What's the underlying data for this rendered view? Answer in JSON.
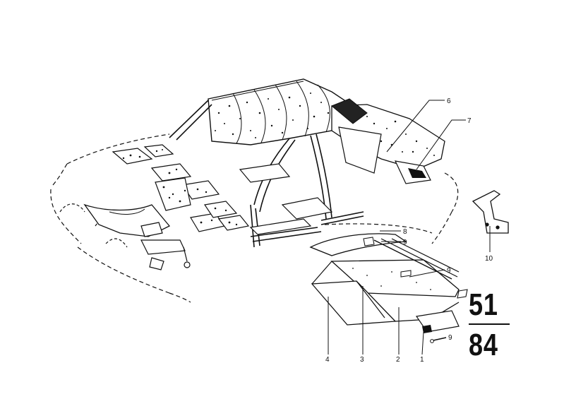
{
  "figure": {
    "group_number_top": "51",
    "group_number_bottom": "84",
    "ink_color": "#111111",
    "paper_color": "#ffffff"
  },
  "callouts": [
    {
      "id": "1",
      "text": "1"
    },
    {
      "id": "2",
      "text": "2"
    },
    {
      "id": "3",
      "text": "3"
    },
    {
      "id": "4",
      "text": "4"
    },
    {
      "id": "5",
      "text": "5"
    },
    {
      "id": "6",
      "text": "6"
    },
    {
      "id": "7",
      "text": "7"
    },
    {
      "id": "8",
      "text": "8"
    },
    {
      "id": "9a",
      "text": "9"
    },
    {
      "id": "9b",
      "text": "9"
    },
    {
      "id": "10",
      "text": "10"
    }
  ]
}
